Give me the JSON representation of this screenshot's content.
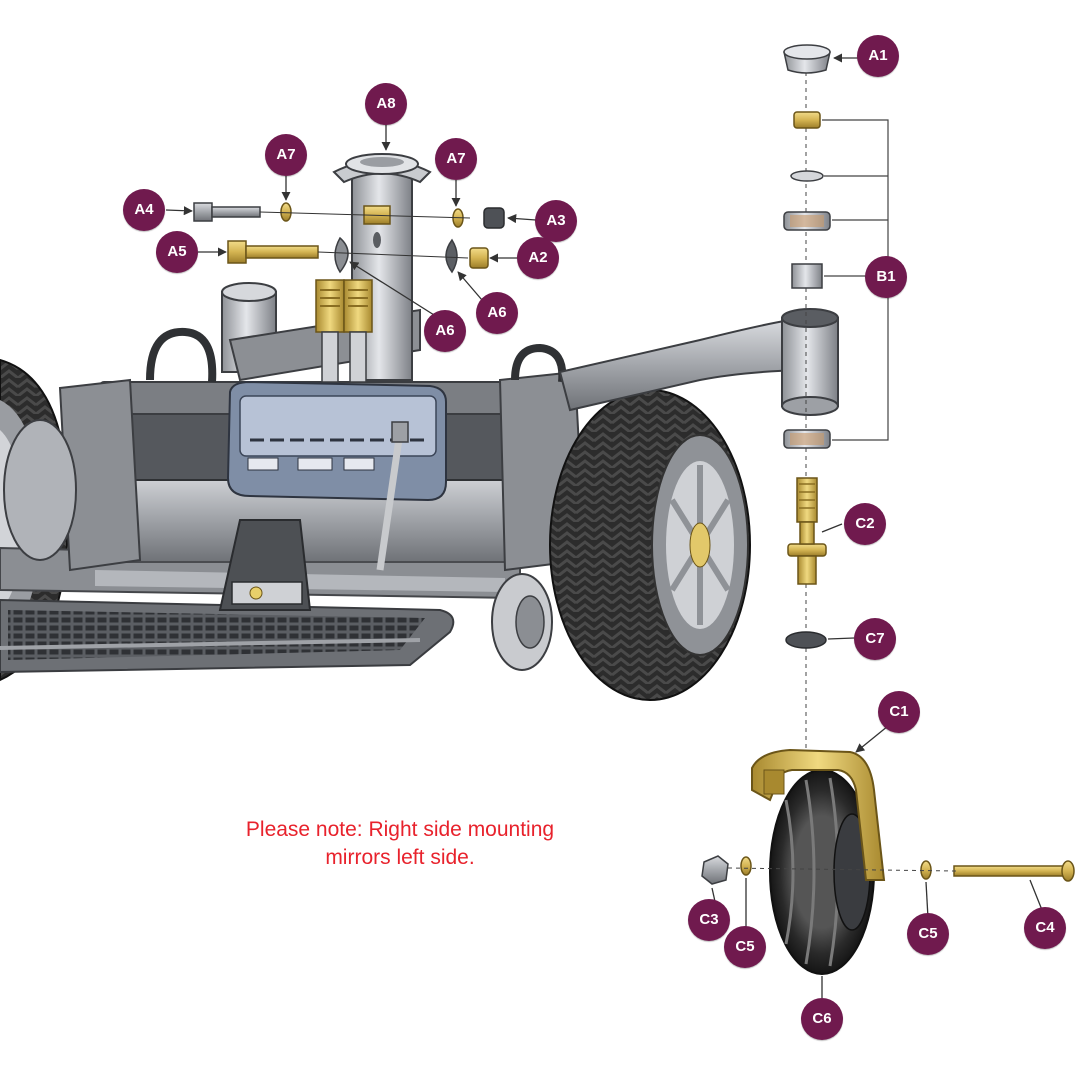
{
  "colors": {
    "callout_fill": "#701a4e",
    "callout_text": "#ffffff",
    "note_text": "#e8222c",
    "brass": "#d4b452",
    "steel": "#b9bcc2",
    "tire": "#2b2b2b",
    "fork": "#d2b24a"
  },
  "callouts": {
    "a1": "A1",
    "a2": "A2",
    "a3": "A3",
    "a4": "A4",
    "a5": "A5",
    "a6_left": "A6",
    "a6_right": "A6",
    "a7_left": "A7",
    "a7_right": "A7",
    "a8": "A8",
    "b1": "B1",
    "c1": "C1",
    "c2": "C2",
    "c3": "C3",
    "c4": "C4",
    "c5_left": "C5",
    "c5_right": "C5",
    "c6": "C6",
    "c7": "C7"
  },
  "note": {
    "line1": "Please note: Right side mounting",
    "line2": "mirrors left side."
  }
}
